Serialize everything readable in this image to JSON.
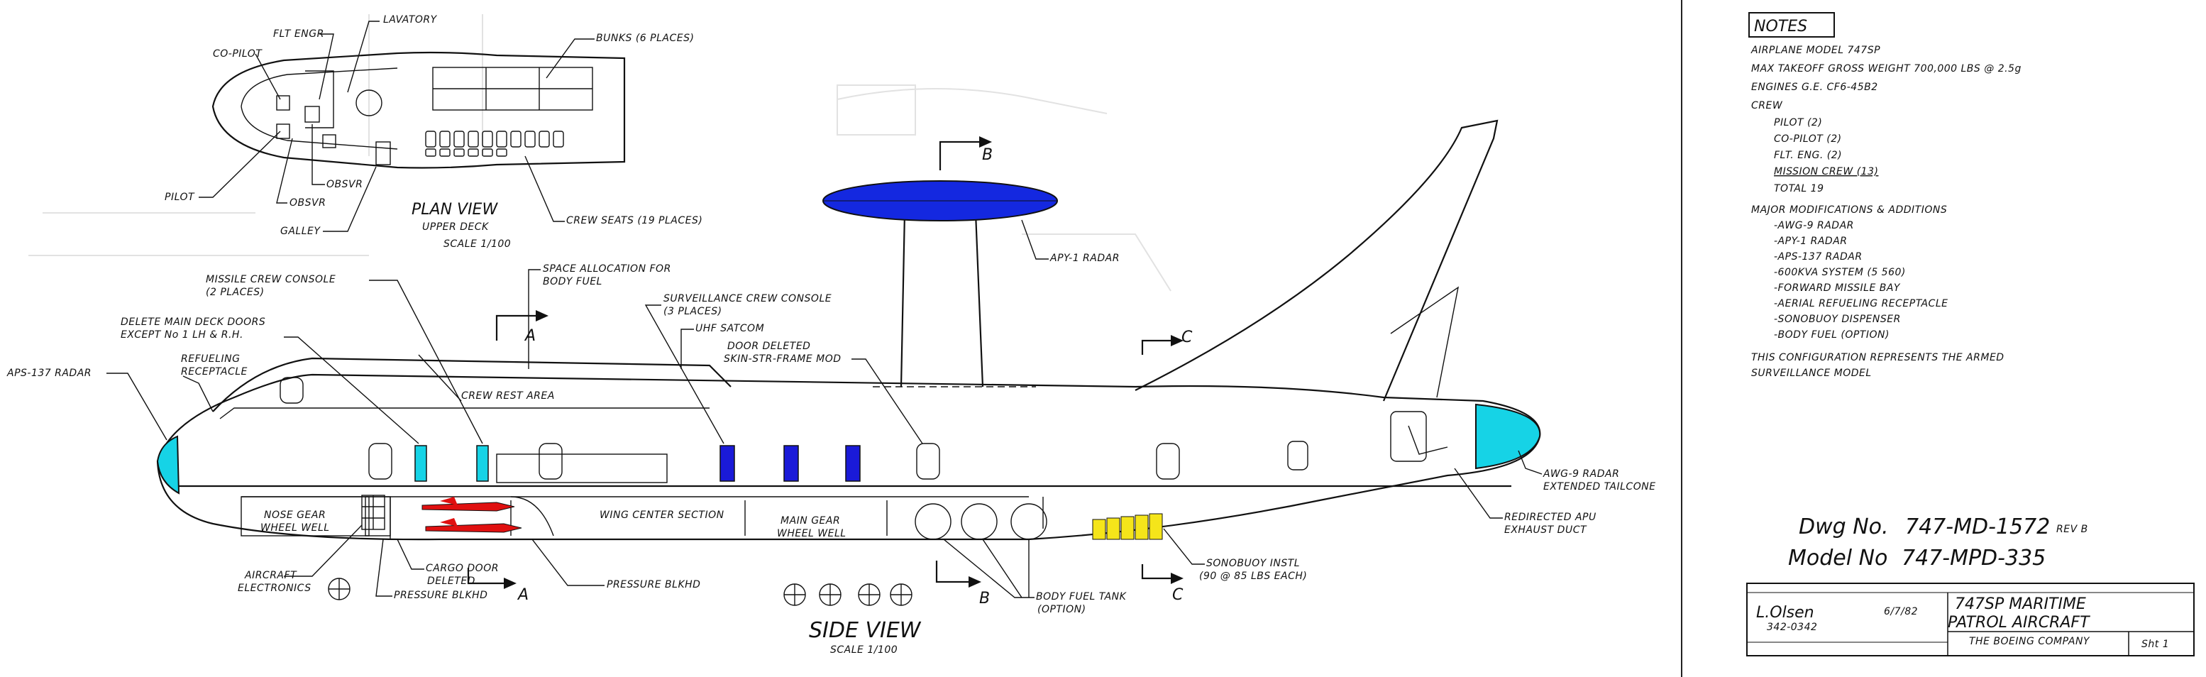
{
  "colors": {
    "radome": "#1428e0",
    "cyan": "#16d3e6",
    "console": "#1a1ad8",
    "missile": "#e01010",
    "sonobuoy": "#f5e51a"
  },
  "plan_view": {
    "title": "PLAN VIEW",
    "subtitle": "UPPER DECK",
    "scale": "SCALE 1/100",
    "labels": {
      "flt_engr": "FLT ENGR",
      "lavatory": "LAVATORY",
      "co_pilot": "CO-PILOT",
      "bunks": "BUNKS (6 PLACES)",
      "pilot": "PILOT",
      "obsvr1": "OBSVR",
      "obsvr2": "OBSVR",
      "galley": "GALLEY",
      "crew_seats": "CREW SEATS (19 PLACES)"
    }
  },
  "side_view": {
    "title": "SIDE VIEW",
    "scale": "SCALE 1/100",
    "labels": {
      "missile_crew_console": "MISSILE CREW CONSOLE",
      "missile_crew_console_sub": "(2 PLACES)",
      "delete_main_deck_doors": "DELETE MAIN DECK DOORS",
      "delete_main_deck_doors_sub": "EXCEPT No 1 LH & R.H.",
      "refueling_receptacle": "REFUELING",
      "refueling_receptacle_sub": "RECEPTACLE",
      "aps_radar": "APS-137 RADAR",
      "space_allocation": "SPACE ALLOCATION FOR",
      "space_allocation_sub": "BODY FUEL",
      "surveillance_console": "SURVEILLANCE CREW CONSOLE",
      "surveillance_console_sub": "(3 PLACES)",
      "uhf_satcom": "UHF SATCOM",
      "door_deleted": "DOOR DELETED",
      "door_deleted_sub": "SKIN-STR-FRAME MOD",
      "crew_rest_area": "CREW REST AREA",
      "apy_radar": "APY-1 RADAR",
      "awg_radar": "AWG-9 RADAR",
      "awg_radar_sub": "EXTENDED TAILCONE",
      "redirected_apu": "REDIRECTED APU",
      "redirected_apu_sub": "EXHAUST DUCT",
      "nose_gear": "NOSE GEAR",
      "nose_gear_sub": "WHEEL WELL",
      "wing_center_section": "WING CENTER SECTION",
      "main_gear": "MAIN GEAR",
      "main_gear_sub": "WHEEL WELL",
      "sonobuoy_instl": "SONOBUOY INSTL",
      "sonobuoy_instl_sub": "(90 @ 85 LBS EACH)",
      "aircraft_electronics": "AIRCRAFT",
      "aircraft_electronics_sub": "ELECTRONICS",
      "cargo_door": "CARGO DOOR",
      "cargo_door_sub": "DELETED",
      "pressure_bhd": "PRESSURE BLKHD",
      "pressure_bhd2": "PRESSURE BLKHD",
      "body_fuel_tank": "BODY FUEL TANK",
      "body_fuel_tank_sub": "(OPTION)"
    },
    "sections": {
      "a": "A",
      "b": "B",
      "c": "C"
    }
  },
  "notes": {
    "heading": "NOTES",
    "lines": [
      "AIRPLANE MODEL  747SP",
      "MAX TAKEOFF GROSS WEIGHT   700,000 LBS @ 2.5g",
      "ENGINES G.E. CF6-45B2",
      "CREW",
      "PILOT (2)",
      "CO-PILOT (2)",
      "FLT. ENG. (2)",
      "MISSION CREW (13)",
      "TOTAL 19",
      "MAJOR MODIFICATIONS & ADDITIONS",
      "-AWG-9 RADAR",
      "-APY-1 RADAR",
      "-APS-137 RADAR",
      "-600KVA SYSTEM (5 560)",
      "-FORWARD MISSILE BAY",
      "-AERIAL REFUELING RECEPTACLE",
      "-SONOBUOY DISPENSER",
      "-BODY FUEL (OPTION)",
      "THIS CONFIGURATION REPRESENTS THE ARMED",
      "SURVEILLANCE MODEL"
    ]
  },
  "title_block": {
    "dwg_label": "Dwg No.",
    "dwg_number": "747-MD-1572",
    "rev": "REV B",
    "model_label": "Model No",
    "model_number": "747-MPD-335",
    "title_line1": "747SP MARITIME",
    "title_line2": "PATROL AIRCRAFT",
    "signature": "L.Olsen",
    "sig_date": "6/7/82",
    "sig_code": "342-0342",
    "company": "THE BOEING COMPANY",
    "sheet": "Sht 1"
  }
}
